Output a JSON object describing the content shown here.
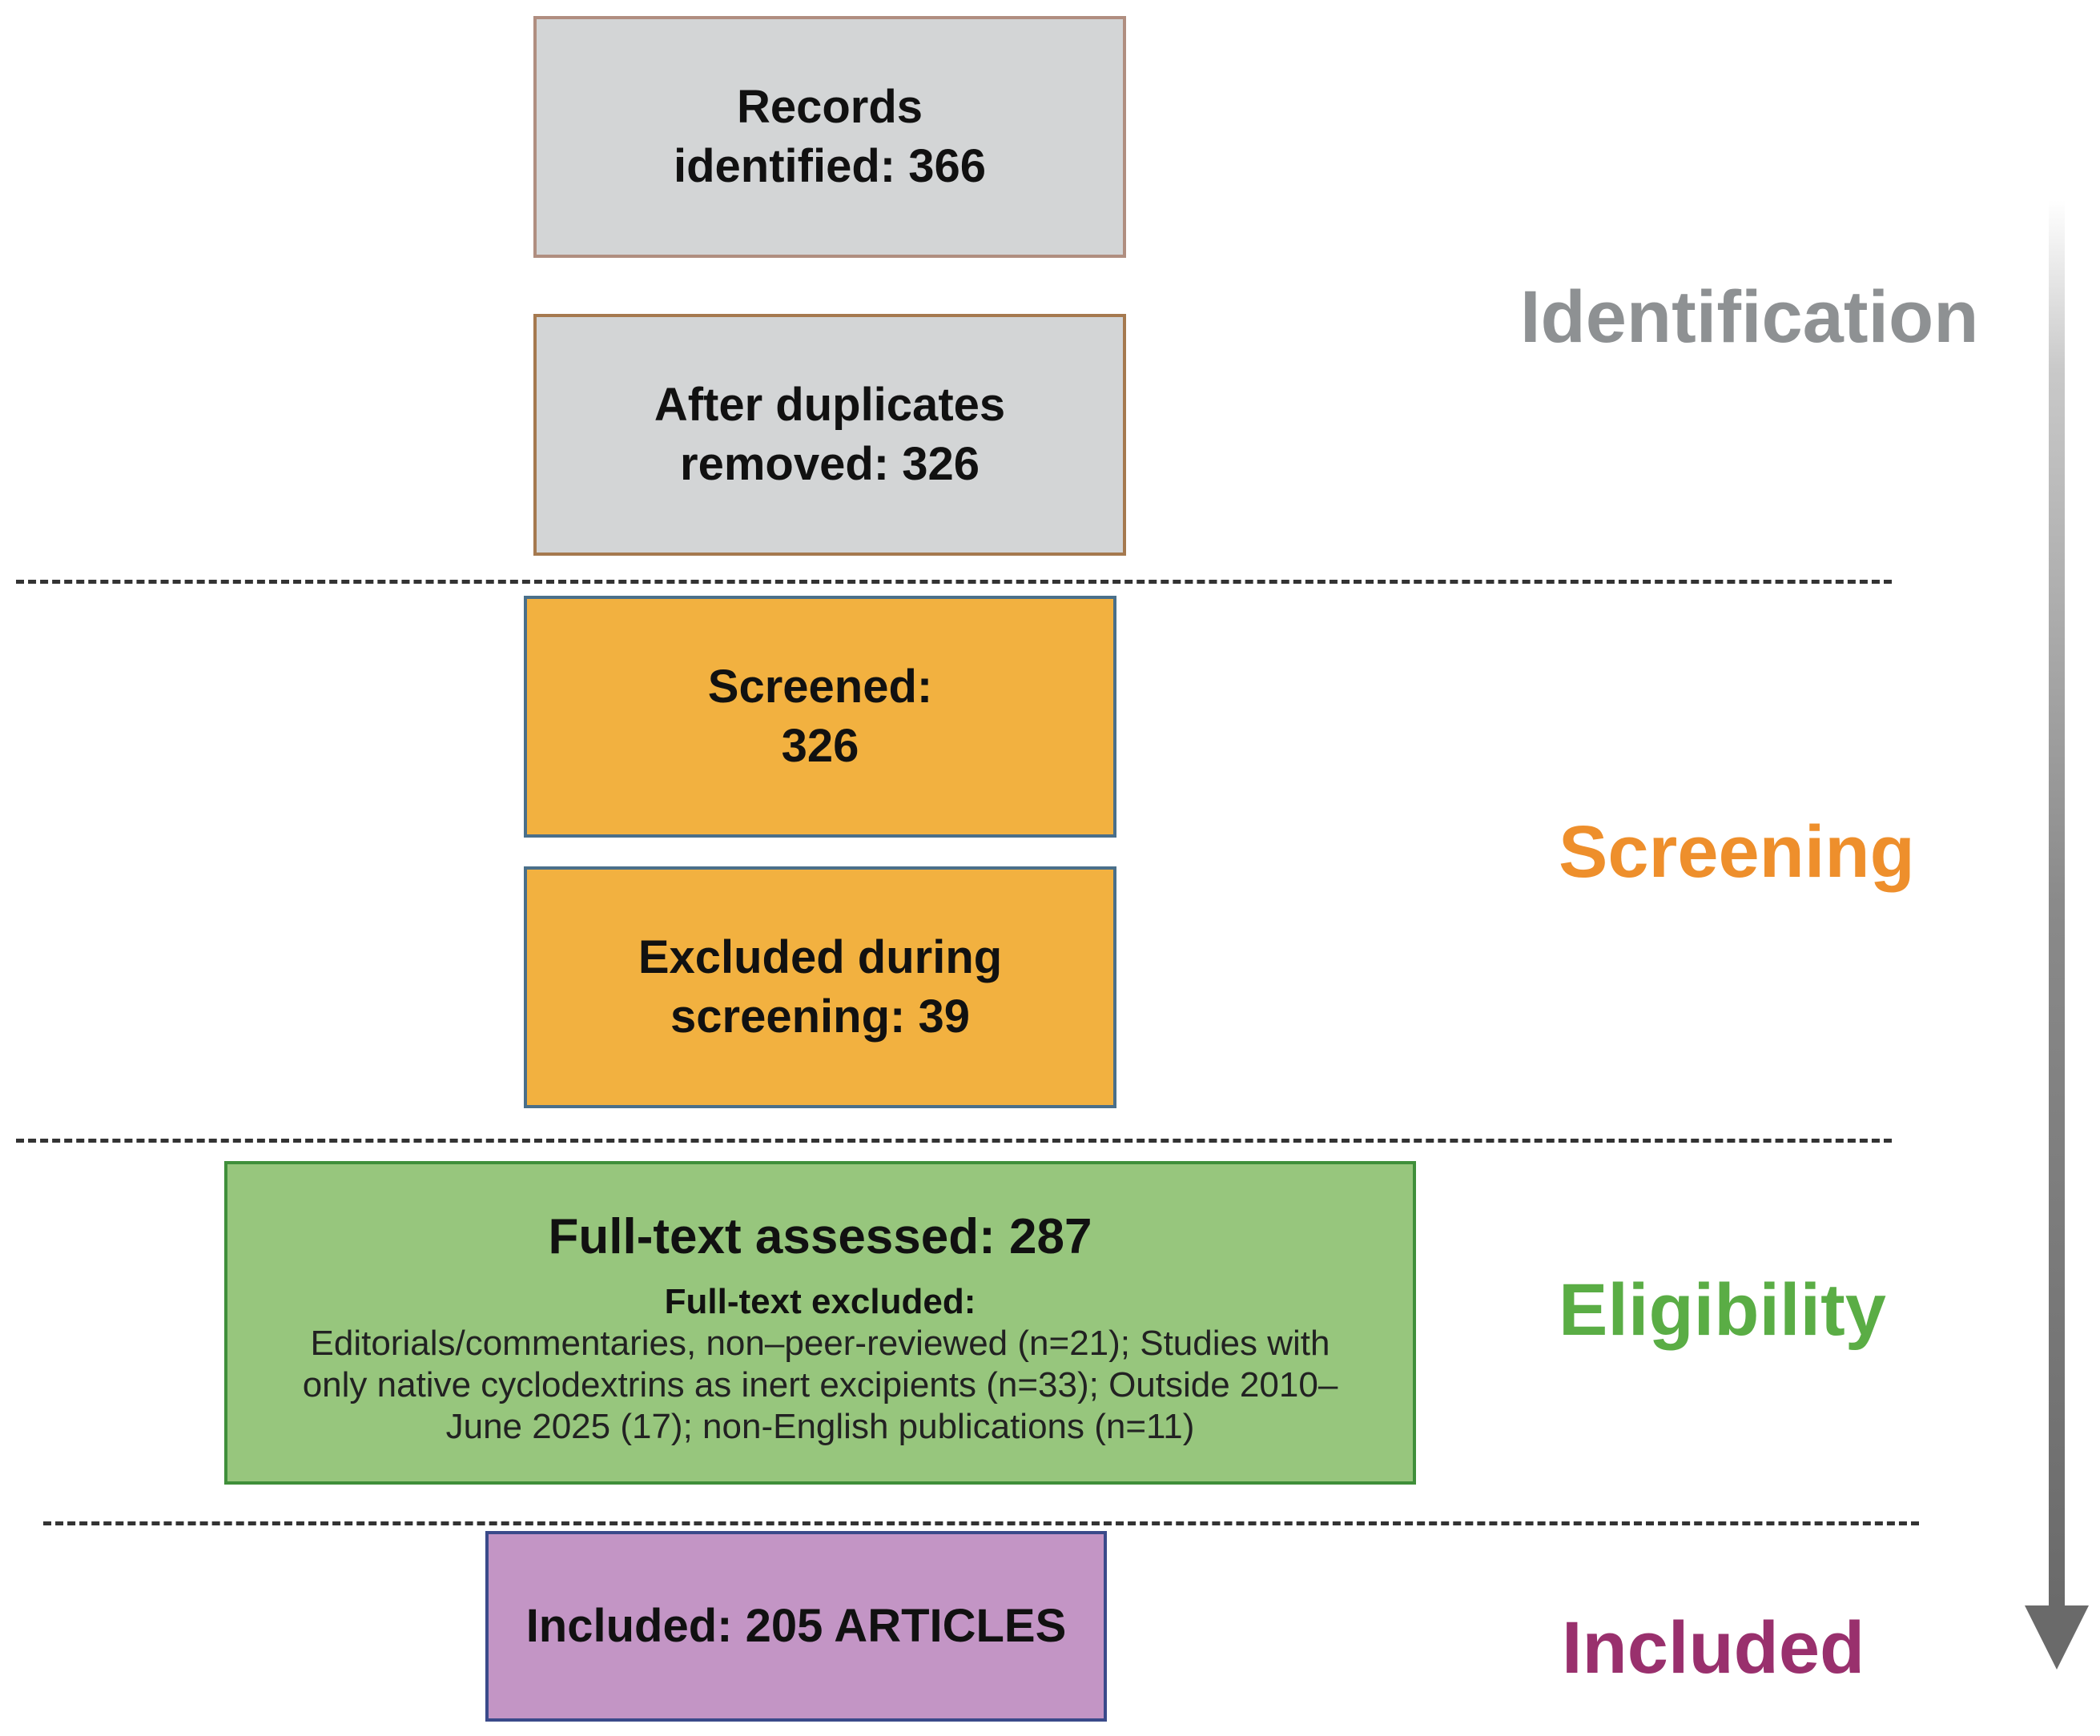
{
  "boxes": {
    "records": {
      "label": "Records identified: 366"
    },
    "dupes": {
      "label": "After duplicates removed: 326"
    },
    "screened": {
      "label": "Screened: 326"
    },
    "excluded": {
      "label": "Excluded during screening: 39"
    },
    "fulltext": {
      "label": "Full-text assessed: 287",
      "excluded_title": "Full-text excluded:",
      "excluded_body": "Editorials/commentaries, non–peer-reviewed (n=21); Studies with only native cyclodextrins as inert excipients (n=33); Outside 2010–June 2025 (17);  non-English publications (n=11)"
    },
    "included": {
      "label": "Included: 205 ARTICLES"
    }
  },
  "stages": {
    "identification": "Identification",
    "screening": "Screening",
    "eligibility": "Eligibility",
    "included": "Included"
  },
  "colors": {
    "identification_fill": "#d3d5d6",
    "screening_fill": "#f2b140",
    "eligibility_fill": "#97c67d",
    "included_fill": "#c395c5",
    "identification_text": "#8e9193",
    "screening_text": "#ee8f2c",
    "eligibility_text": "#5aad45",
    "included_text": "#99306d"
  },
  "icons": {
    "flow_arrow": "down-arrow-icon"
  }
}
